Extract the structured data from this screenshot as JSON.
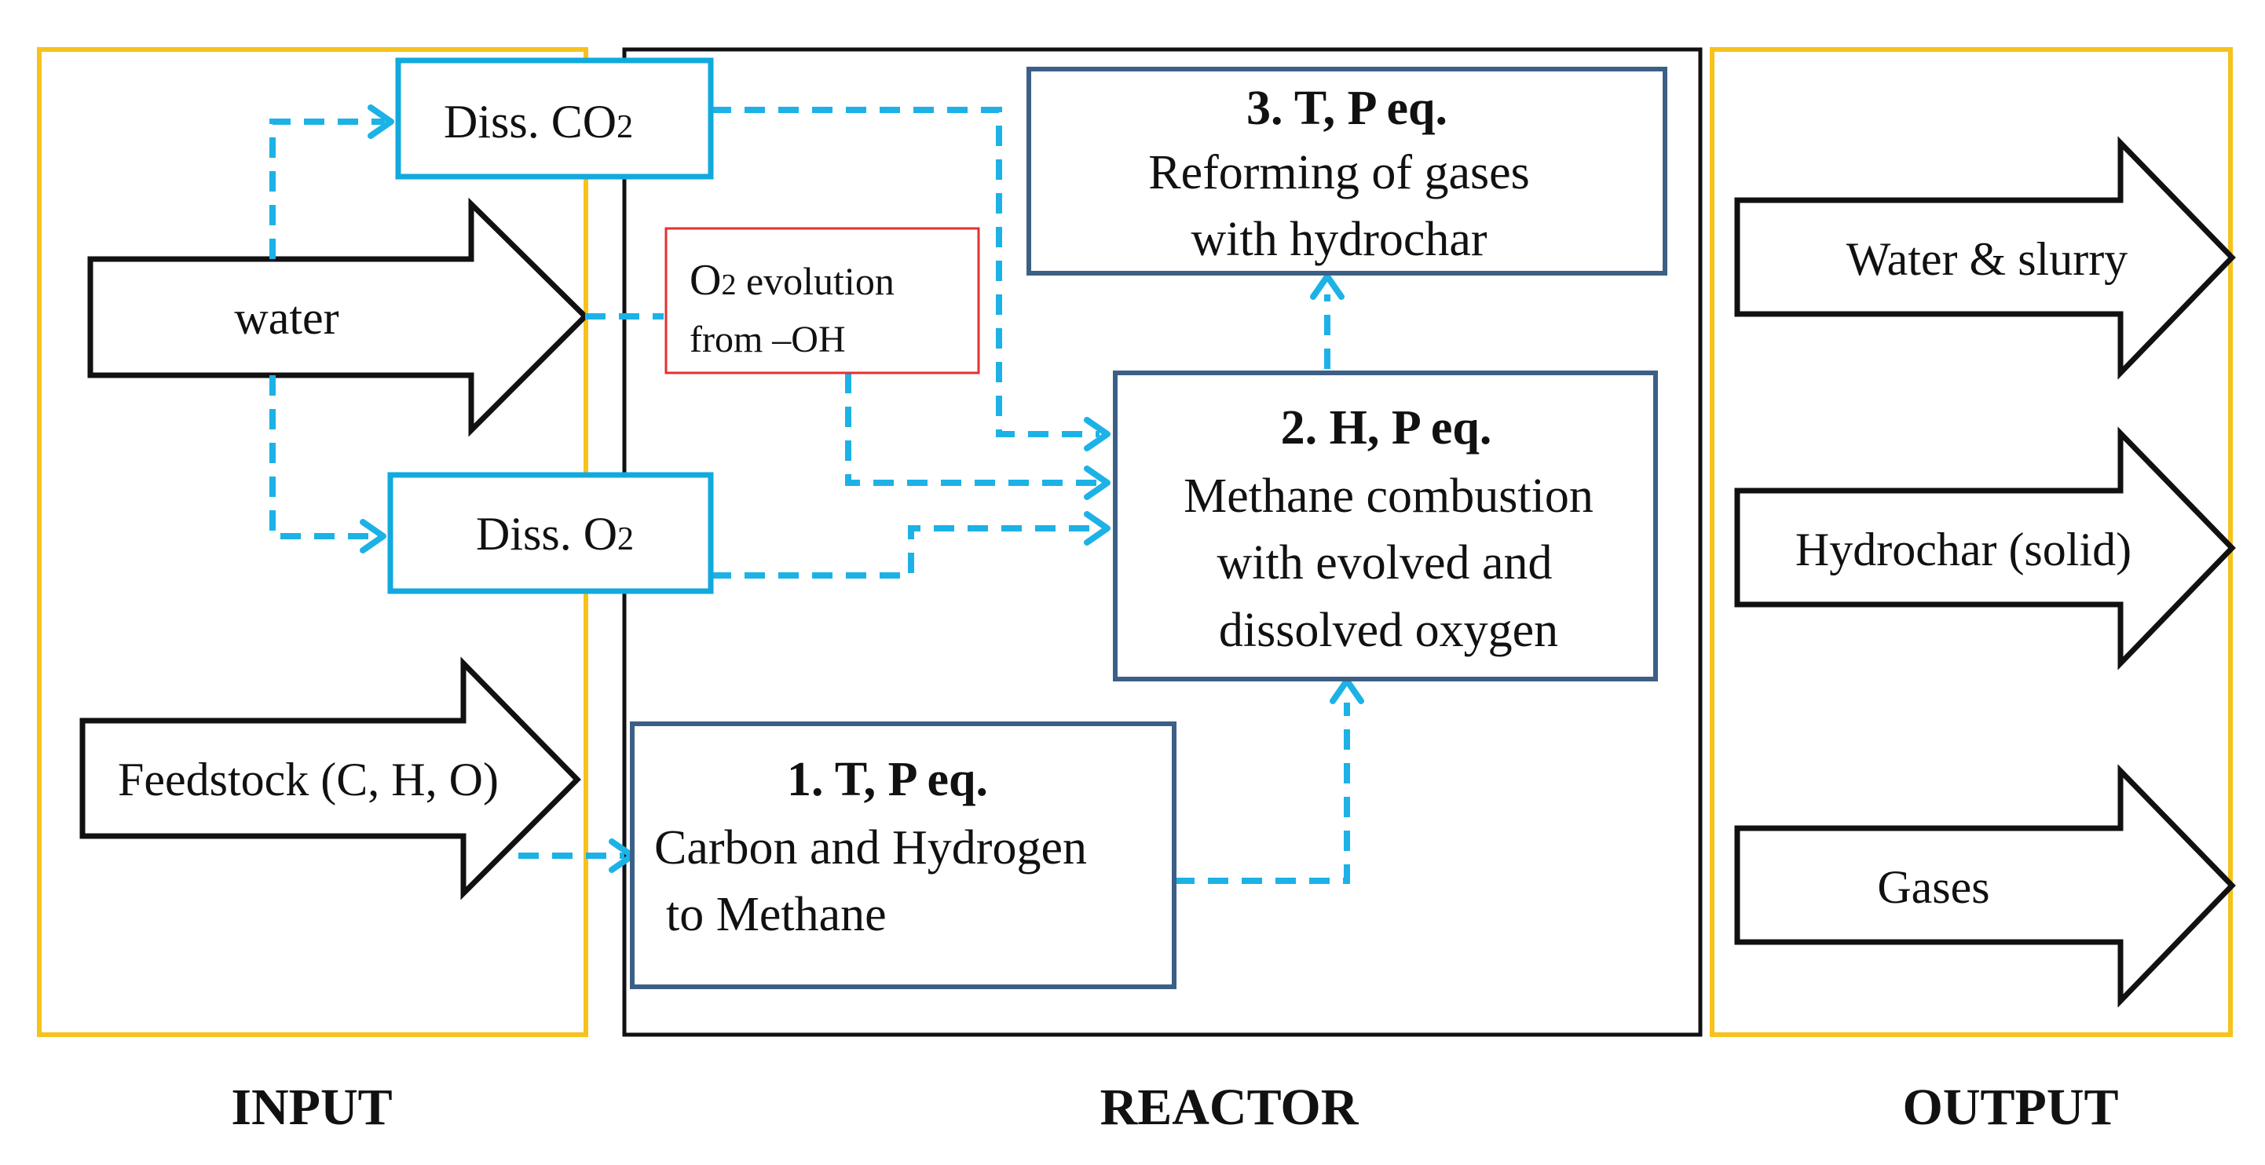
{
  "sections": {
    "input": "INPUT",
    "reactor": "REACTOR",
    "output": "OUTPUT"
  },
  "inputs": {
    "water": "water",
    "feedstock": "Feedstock (C, H, O)"
  },
  "dissolved": {
    "co2_prefix": "Diss. CO",
    "co2_sub": "2",
    "o2_prefix": "Diss. O",
    "o2_sub": "2"
  },
  "o2_evolution": {
    "prefix": "O",
    "sub": "2",
    "suffix": " evolution",
    "line2": "from –OH"
  },
  "steps": {
    "step1": {
      "title": "1.  T, P eq.",
      "line1": "Carbon and Hydrogen",
      "line2": "to Methane"
    },
    "step2": {
      "title": "2.  H, P eq.",
      "line1": "Methane combustion",
      "line2": "with evolved and",
      "line3": "dissolved oxygen"
    },
    "step3": {
      "title": "3.  T, P eq.",
      "line1": "Reforming of gases",
      "line2": "with hydrochar"
    }
  },
  "outputs": {
    "water_slurry": "Water & slurry",
    "hydrochar": "Hydrochar (solid)",
    "gases": "Gases"
  },
  "colors": {
    "flow_arrows": "#1cb2e6",
    "dissolved_boxes": "#12a9dd",
    "step_boxes": "#3c5f86",
    "o2_box": "#e23232",
    "input_output_panels": "#f6c21c",
    "reactor_panel": "#111111"
  }
}
